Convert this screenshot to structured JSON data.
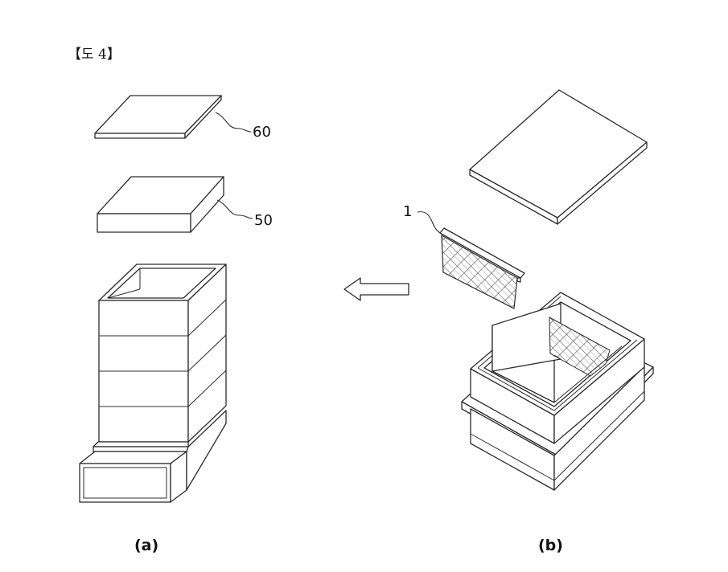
{
  "header": {
    "label": "【도 4】"
  },
  "callouts": {
    "lid_label": "60",
    "box_label": "50",
    "frame_label": "1"
  },
  "subfigures": {
    "a_label": "(a)",
    "b_label": "(b)"
  },
  "colors": {
    "line": "#2b2b2b",
    "paper": "#ffffff"
  }
}
